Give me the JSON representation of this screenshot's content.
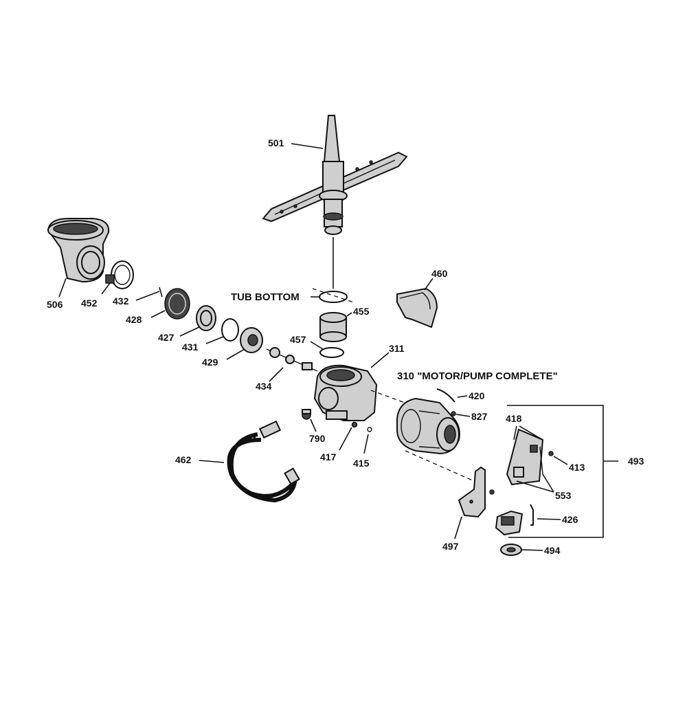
{
  "labels": {
    "l501": "501",
    "l506": "506",
    "l452": "452",
    "l432": "432",
    "l428": "428",
    "l427": "427",
    "l431": "431",
    "l429": "429",
    "l434": "434",
    "l460": "460",
    "l455": "455",
    "l457": "457",
    "l311": "311",
    "l310": "310 \"MOTOR/PUMP COMPLETE\"",
    "l420": "420",
    "l827": "827",
    "l418": "418",
    "l413": "413",
    "l493": "493",
    "l553": "553",
    "l426": "426",
    "l497": "497",
    "l494": "494",
    "l790": "790",
    "l417": "417",
    "l415": "415",
    "l462": "462",
    "tub": "TUB BOTTOM"
  }
}
